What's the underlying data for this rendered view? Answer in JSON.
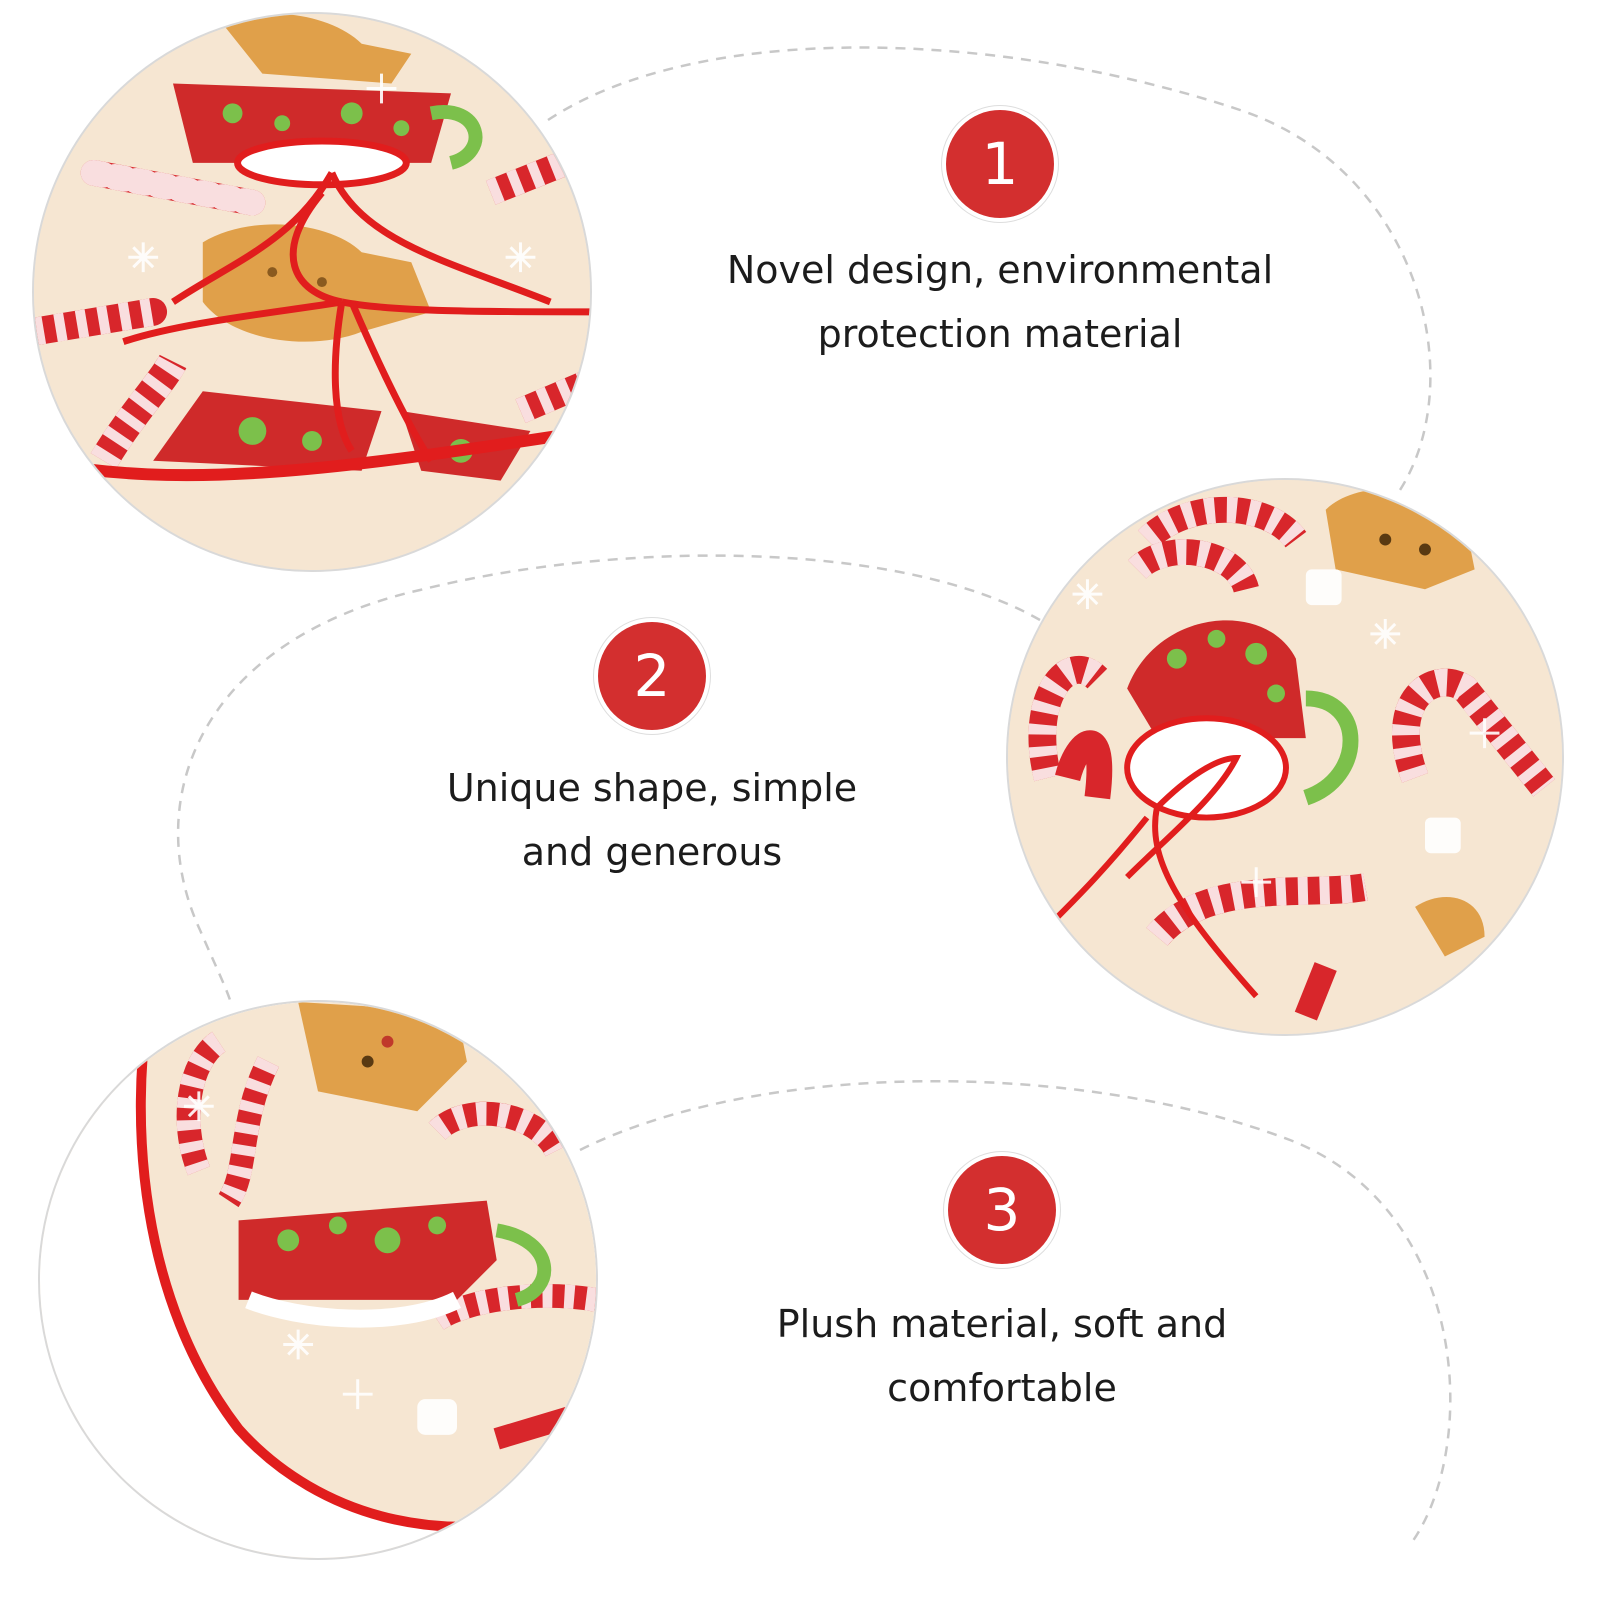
{
  "features": [
    {
      "number": "1",
      "lines": [
        "Novel design, environmental",
        "protection material"
      ]
    },
    {
      "number": "2",
      "lines": [
        "Unique shape, simple",
        "and generous"
      ]
    },
    {
      "number": "3",
      "lines": [
        "Plush material, soft and",
        "comfortable"
      ]
    }
  ],
  "colors": {
    "badge": "#d32f2f",
    "fabric": "#f6e6d2",
    "ribbon": "#e11d1d",
    "cane_red": "#d8262b",
    "dot_green": "#7cc04b",
    "gingerbread": "#e0a04a"
  },
  "icons": [
    "candy-cane-icon",
    "gingerbread-icon",
    "mug-icon",
    "snowflake-icon",
    "ribbon-bow-icon"
  ]
}
